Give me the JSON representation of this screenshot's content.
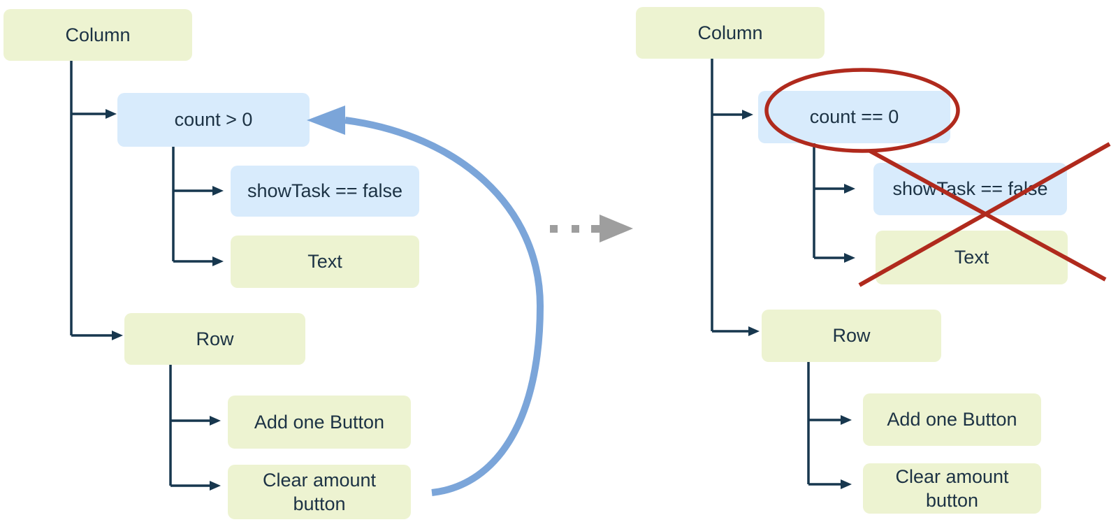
{
  "diagram": {
    "left_tree": {
      "column": "Column",
      "condition": "count > 0",
      "show_task": "showTask == false",
      "text_widget": "Text",
      "row": "Row",
      "add_button": "Add one Button",
      "clear_button": "Clear amount button"
    },
    "right_tree": {
      "column": "Column",
      "condition": "count == 0",
      "show_task": "showTask == false",
      "text_widget": "Text",
      "row": "Row",
      "add_button": "Add one Button",
      "clear_button": "Clear amount button"
    },
    "colors": {
      "green_box": "#edf3d1",
      "blue_box": "#d8ebfc",
      "line": "#17374e",
      "ink": "#1c3244",
      "blue_arrow": "#7ba5d9",
      "gray_arrow": "#9e9e9e",
      "red": "#b02a1d"
    }
  }
}
